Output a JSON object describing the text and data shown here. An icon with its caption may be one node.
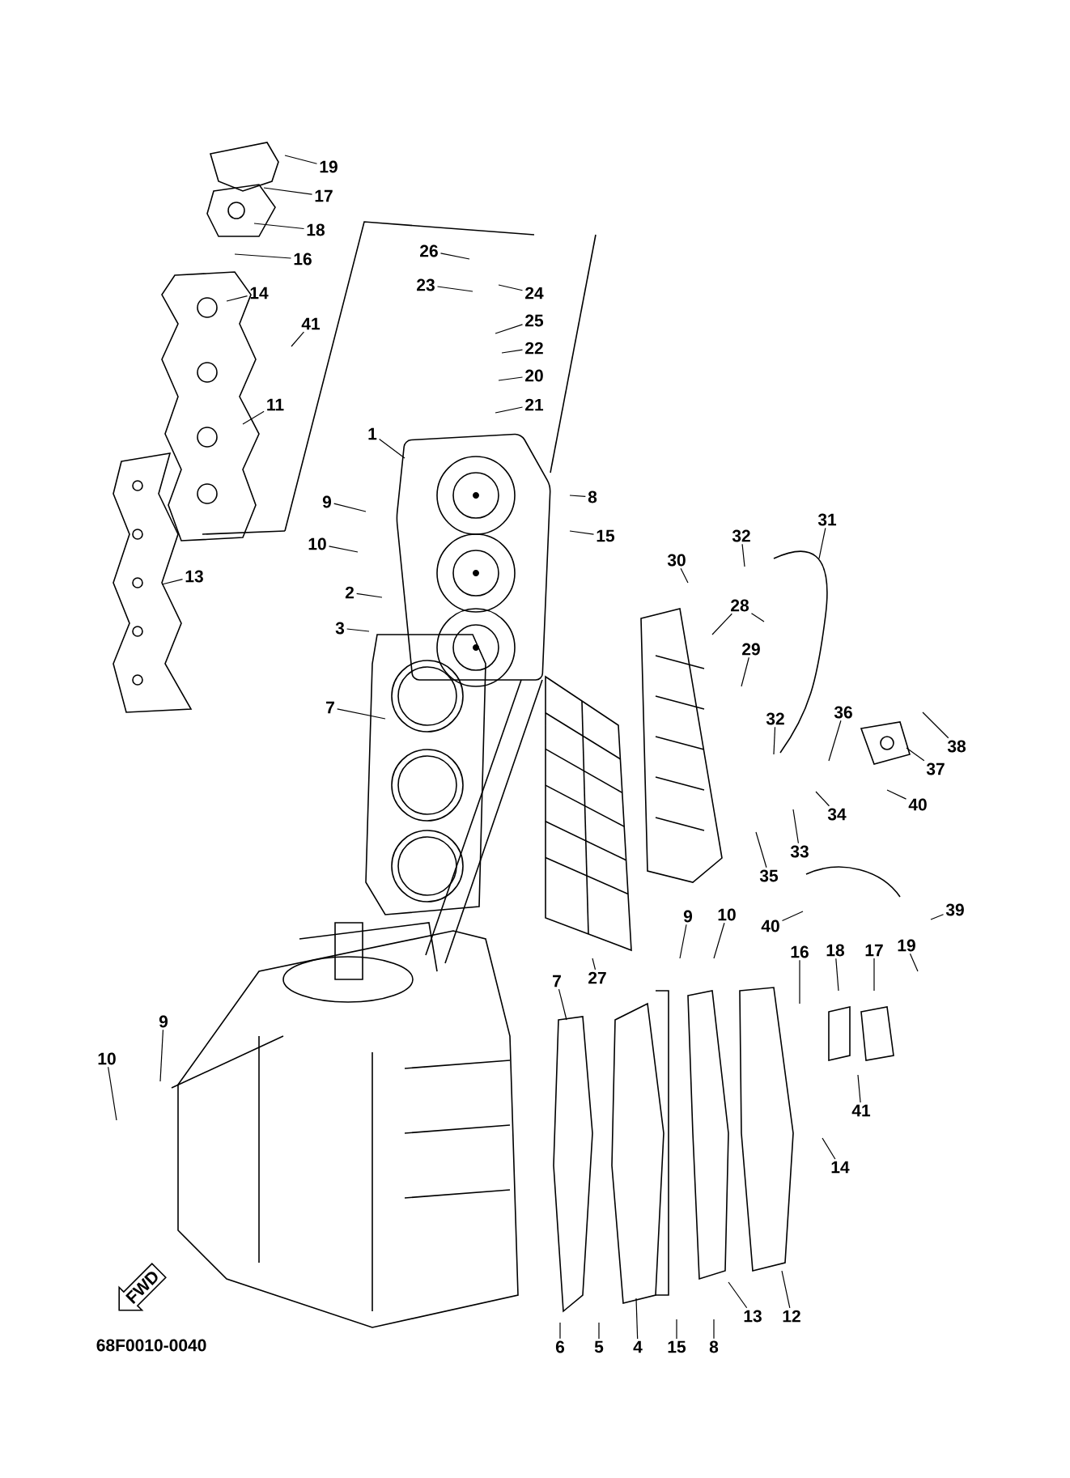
{
  "diagram": {
    "nodes": [
      {
        "text": [
          "19"
        ]
      },
      {
        "text": [
          "17"
        ]
      },
      {
        "text": [
          "18"
        ]
      },
      {
        "text": [
          "16"
        ]
      },
      {
        "text": [
          "14"
        ]
      },
      {
        "text": [
          "41"
        ]
      },
      {
        "text": [
          "11"
        ]
      },
      {
        "text": [
          "13"
        ]
      },
      {
        "text": [
          "26"
        ]
      },
      {
        "text": [
          "23"
        ]
      },
      {
        "text": [
          "24"
        ]
      },
      {
        "text": [
          "25"
        ]
      },
      {
        "text": [
          "22"
        ]
      },
      {
        "text": [
          "20"
        ]
      },
      {
        "text": [
          "21"
        ]
      },
      {
        "text": [
          "1"
        ]
      },
      {
        "text": [
          "9"
        ]
      },
      {
        "text": [
          "10"
        ]
      },
      {
        "text": [
          "2"
        ]
      },
      {
        "text": [
          "3"
        ]
      },
      {
        "text": [
          "8"
        ]
      },
      {
        "text": [
          "15"
        ]
      },
      {
        "text": [
          "7"
        ]
      },
      {
        "text": [
          "30"
        ]
      },
      {
        "text": [
          "32"
        ]
      },
      {
        "text": [
          "31"
        ]
      },
      {
        "text": [
          "28"
        ]
      },
      {
        "text": [
          "29"
        ]
      },
      {
        "text": [
          "32"
        ]
      },
      {
        "text": [
          "36"
        ]
      },
      {
        "text": [
          "38"
        ]
      },
      {
        "text": [
          "37"
        ]
      },
      {
        "text": [
          "40"
        ]
      },
      {
        "text": [
          "34"
        ]
      },
      {
        "text": [
          "33"
        ]
      },
      {
        "text": [
          "35"
        ]
      },
      {
        "text": [
          "40"
        ]
      },
      {
        "text": [
          "39"
        ]
      },
      {
        "text": [
          "9"
        ]
      },
      {
        "text": [
          "10"
        ]
      },
      {
        "text": [
          "27"
        ]
      },
      {
        "text": [
          "7"
        ]
      },
      {
        "text": [
          "16"
        ]
      },
      {
        "text": [
          "18"
        ]
      },
      {
        "text": [
          "17"
        ]
      },
      {
        "text": [
          "19"
        ]
      },
      {
        "text": [
          "9"
        ]
      },
      {
        "text": [
          "10"
        ]
      },
      {
        "text": [
          "41"
        ]
      },
      {
        "text": [
          "14"
        ]
      },
      {
        "text": [
          "6"
        ]
      },
      {
        "text": [
          "5"
        ]
      },
      {
        "text": [
          "4"
        ]
      },
      {
        "text": [
          "15"
        ]
      },
      {
        "text": [
          "8"
        ]
      },
      {
        "text": [
          "13"
        ]
      },
      {
        "text": [
          "12"
        ]
      }
    ],
    "edges": [
      {
        "from": 0,
        "to": null,
        "arrow": "none"
      },
      {
        "from": 1,
        "to": null,
        "arrow": "none"
      },
      {
        "from": 2,
        "to": null,
        "arrow": "none"
      },
      {
        "from": 3,
        "to": null,
        "arrow": "none"
      },
      {
        "from": 4,
        "to": null,
        "arrow": "none"
      },
      {
        "from": 5,
        "to": null,
        "arrow": "none"
      },
      {
        "from": 6,
        "to": null,
        "arrow": "none"
      },
      {
        "from": 7,
        "to": null,
        "arrow": "none"
      },
      {
        "from": 8,
        "to": null,
        "arrow": "none"
      },
      {
        "from": 9,
        "to": null,
        "arrow": "none"
      },
      {
        "from": 10,
        "to": null,
        "arrow": "none"
      },
      {
        "from": 11,
        "to": null,
        "arrow": "none"
      },
      {
        "from": 12,
        "to": null,
        "arrow": "none"
      },
      {
        "from": 13,
        "to": null,
        "arrow": "none"
      },
      {
        "from": 14,
        "to": null,
        "arrow": "none"
      },
      {
        "from": 15,
        "to": null,
        "arrow": "none"
      },
      {
        "from": 16,
        "to": null,
        "arrow": "none"
      },
      {
        "from": 17,
        "to": null,
        "arrow": "none"
      },
      {
        "from": 18,
        "to": null,
        "arrow": "none"
      },
      {
        "from": 19,
        "to": null,
        "arrow": "none"
      },
      {
        "from": 20,
        "to": null,
        "arrow": "none"
      },
      {
        "from": 21,
        "to": null,
        "arrow": "none"
      },
      {
        "from": 22,
        "to": null,
        "arrow": "none"
      },
      {
        "from": 23,
        "to": null,
        "arrow": "none"
      },
      {
        "from": 24,
        "to": null,
        "arrow": "none"
      },
      {
        "from": 25,
        "to": null,
        "arrow": "none"
      },
      {
        "from": 26,
        "to": null,
        "arrow": "none"
      },
      {
        "from": 26,
        "to": null,
        "arrow": "none"
      },
      {
        "from": 27,
        "to": null,
        "arrow": "none"
      },
      {
        "from": 28,
        "to": null,
        "arrow": "none"
      },
      {
        "from": 29,
        "to": null,
        "arrow": "none"
      },
      {
        "from": 30,
        "to": null,
        "arrow": "none"
      },
      {
        "from": 31,
        "to": null,
        "arrow": "none"
      },
      {
        "from": 32,
        "to": null,
        "arrow": "none"
      },
      {
        "from": 33,
        "to": null,
        "arrow": "none"
      },
      {
        "from": 34,
        "to": null,
        "arrow": "none"
      },
      {
        "from": 35,
        "to": null,
        "arrow": "none"
      },
      {
        "from": 36,
        "to": null,
        "arrow": "none"
      },
      {
        "from": 37,
        "to": null,
        "arrow": "none"
      },
      {
        "from": 38,
        "to": null,
        "arrow": "none"
      },
      {
        "from": 39,
        "to": null,
        "arrow": "none"
      },
      {
        "from": 40,
        "to": null,
        "arrow": "none"
      },
      {
        "from": 41,
        "to": null,
        "arrow": "none"
      },
      {
        "from": 42,
        "to": null,
        "arrow": "none"
      },
      {
        "from": 43,
        "to": null,
        "arrow": "none"
      },
      {
        "from": 44,
        "to": null,
        "arrow": "none"
      },
      {
        "from": 45,
        "to": null,
        "arrow": "none"
      },
      {
        "from": 46,
        "to": null,
        "arrow": "none"
      },
      {
        "from": 47,
        "to": null,
        "arrow": "none"
      },
      {
        "from": 48,
        "to": null,
        "arrow": "none"
      },
      {
        "from": 49,
        "to": null,
        "arrow": "none"
      },
      {
        "from": 50,
        "to": null,
        "arrow": "none"
      },
      {
        "from": 51,
        "to": null,
        "arrow": "none"
      },
      {
        "from": 52,
        "to": null,
        "arrow": "none"
      },
      {
        "from": 53,
        "to": null,
        "arrow": "none"
      },
      {
        "from": 54,
        "to": null,
        "arrow": "none"
      },
      {
        "from": 55,
        "to": null,
        "arrow": "none"
      },
      {
        "from": 56,
        "to": null,
        "arrow": "none"
      }
    ],
    "labels": [
      "FWD",
      "68F0010-0040"
    ]
  }
}
